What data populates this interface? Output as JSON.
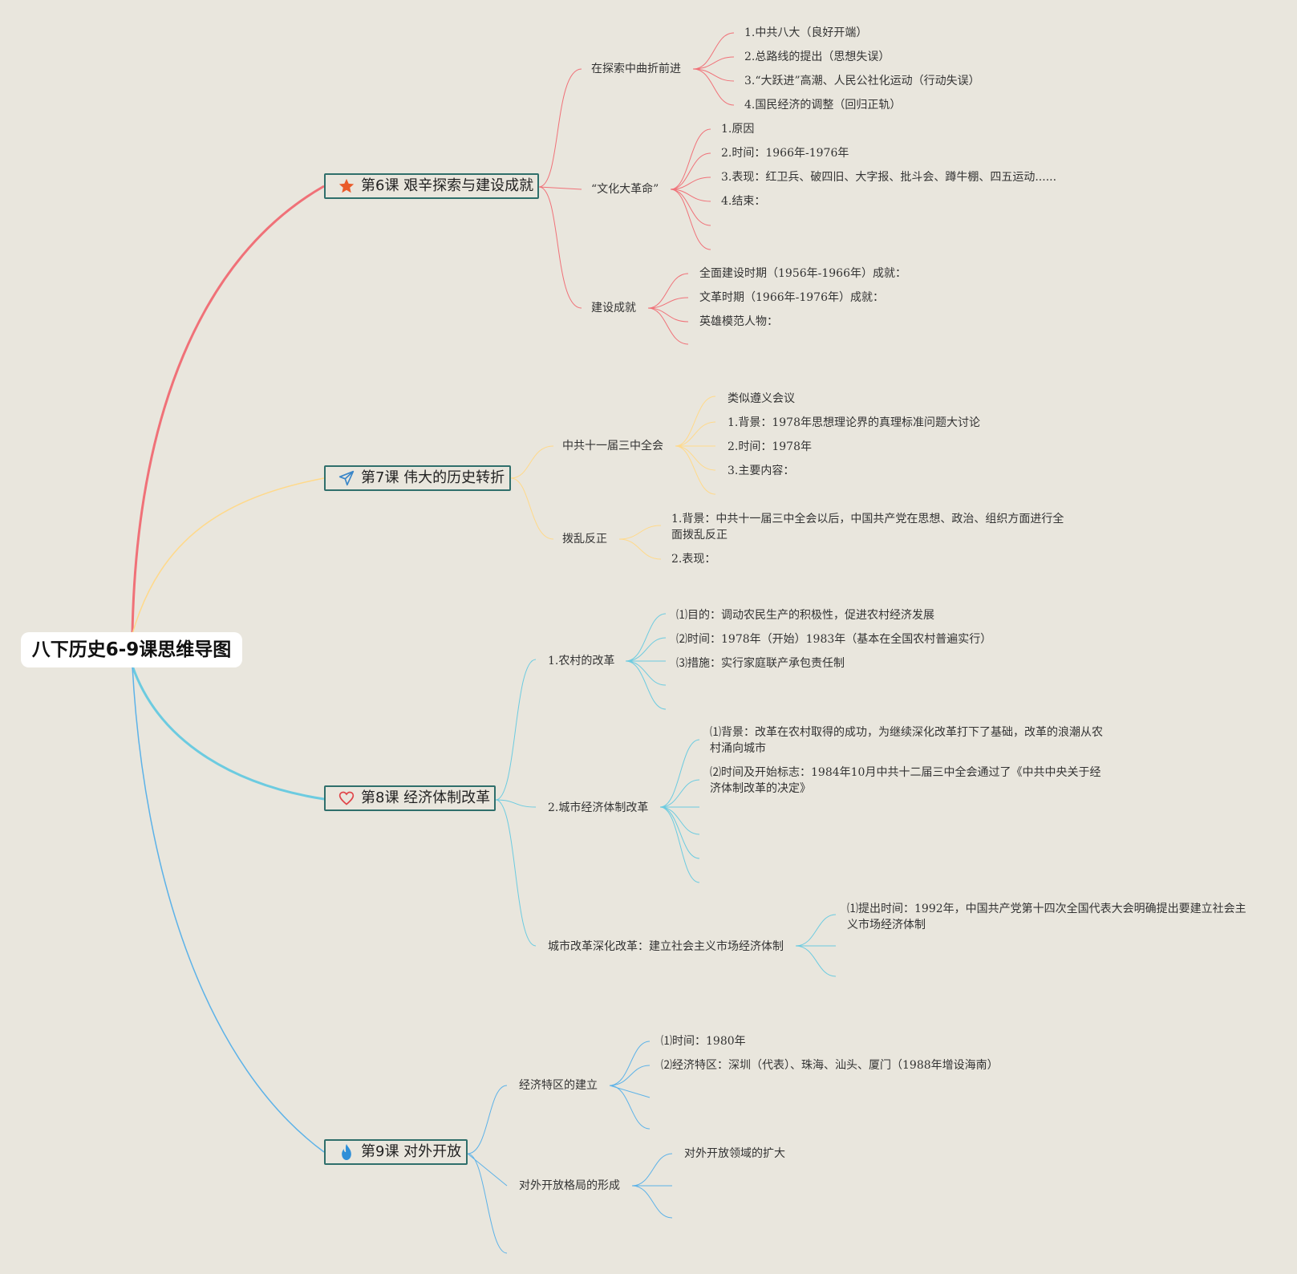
{
  "root": "八下历史6-9课思维导图",
  "colors": {
    "l6": "#f07178",
    "l7": "#ffd98a",
    "l8": "#6ccbe0",
    "l9": "#5cb2e8",
    "background": "#e9e6dd",
    "box_border": "#2f6f6b"
  },
  "icons": {
    "l6": "star-icon",
    "l7": "paper-plane-icon",
    "l8": "heart-icon",
    "l9": "flame-icon"
  },
  "l6": {
    "title": "第6课 艰辛探索与建设成就",
    "s1": {
      "label": "在探索中曲折前进",
      "items": [
        "1.中共八大（良好开端）",
        "2.总路线的提出（思想失误）",
        "3.“大跃进”高潮、人民公社化运动（行动失误）",
        "4.国民经济的调整（回归正轨）"
      ]
    },
    "s2": {
      "label": "“文化大革命”",
      "items": [
        "1.原因",
        "2.时间：1966年-1976年",
        "3.表现：红卫兵、破四旧、大字报、批斗会、蹲牛棚、四五运动......",
        "4.结束："
      ]
    },
    "s3": {
      "label": "建设成就",
      "items": [
        "全面建设时期（1956年-1966年）成就：",
        "文革时期（1966年-1976年）成就：",
        "英雄模范人物："
      ]
    }
  },
  "l7": {
    "title": "第7课 伟大的历史转折",
    "s1": {
      "label": "中共十一届三中全会",
      "items": [
        "类似遵义会议",
        "1.背景：1978年思想理论界的真理标准问题大讨论",
        "2.时间：1978年",
        "3.主要内容："
      ]
    },
    "s2": {
      "label": "拨乱反正",
      "items": [
        "1.背景：中共十一届三中全会以后，中国共产党在思想、政治、组织方面进行全面拨乱反正",
        "2.表现："
      ]
    }
  },
  "l8": {
    "title": "第8课 经济体制改革",
    "s1": {
      "label": "1.农村的改革",
      "items": [
        "⑴目的：调动农民生产的积极性，促进农村经济发展",
        "⑵时间：1978年（开始）1983年（基本在全国农村普遍实行）",
        "⑶措施：实行家庭联产承包责任制"
      ]
    },
    "s2": {
      "label": "2.城市经济体制改革",
      "items": [
        "⑴背景：改革在农村取得的成功，为继续深化改革打下了基础，改革的浪潮从农村涌向城市",
        "⑵时间及开始标志：1984年10月中共十二届三中全会通过了《中共中央关于经济体制改革的决定》"
      ]
    },
    "s3": {
      "label": "城市改革深化改革：建立社会主义市场经济体制",
      "items": [
        "⑴提出时间：1992年，中国共产党第十四次全国代表大会明确提出要建立社会主义市场经济体制"
      ]
    }
  },
  "l9": {
    "title": "第9课 对外开放",
    "s1": {
      "label": "经济特区的建立",
      "items": [
        "⑴时间：1980年",
        "⑵经济特区：深圳（代表）、珠海、汕头、厦门（1988年增设海南）"
      ]
    },
    "s2": {
      "label": "对外开放格局的形成",
      "items": [
        "对外开放领域的扩大"
      ]
    }
  }
}
